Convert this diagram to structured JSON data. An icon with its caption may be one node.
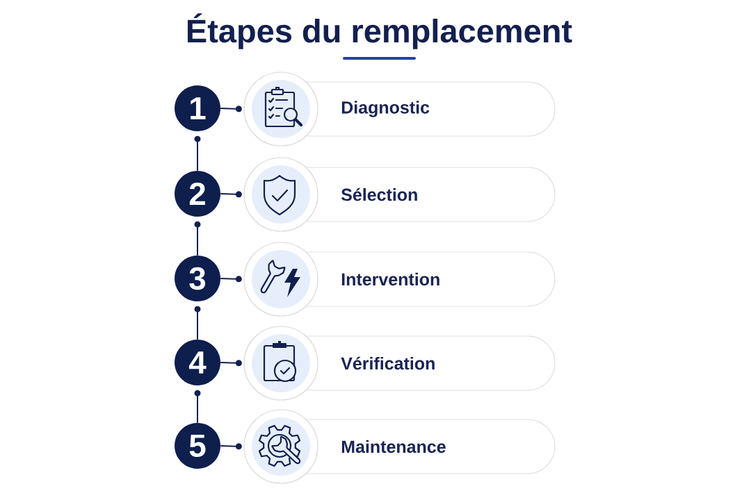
{
  "diagram": {
    "title": "Étapes du remplacement",
    "nodes": [
      {
        "text": [
          "1"
        ]
      },
      {
        "text": [],
        "shape": "circle"
      },
      {
        "text": [
          "Diagnostic"
        ]
      },
      {
        "text": [
          "2"
        ]
      },
      {
        "text": [],
        "shape": "circle"
      },
      {
        "text": [
          "Sélection"
        ]
      },
      {
        "text": [
          "3"
        ]
      },
      {
        "text": [],
        "shape": "circle"
      },
      {
        "text": [
          "Intervention"
        ]
      },
      {
        "text": [
          "4"
        ]
      },
      {
        "text": [],
        "shape": "circle"
      },
      {
        "text": [
          "Vérification"
        ]
      },
      {
        "text": [
          "5"
        ]
      },
      {
        "text": [],
        "shape": "circle"
      },
      {
        "text": [
          "Maintenance"
        ]
      }
    ],
    "edges": [
      {
        "from": 0,
        "to": 1,
        "arrow": "to"
      },
      {
        "from": 3,
        "to": 0,
        "arrow": "to"
      },
      {
        "from": 3,
        "to": 4,
        "arrow": "to"
      },
      {
        "from": 6,
        "to": 3,
        "arrow": "to"
      },
      {
        "from": 6,
        "to": 7,
        "arrow": "to"
      },
      {
        "from": 9,
        "to": 6,
        "arrow": "to"
      },
      {
        "from": 9,
        "to": 10,
        "arrow": "to"
      },
      {
        "from": 12,
        "to": 9,
        "arrow": "to"
      },
      {
        "from": 12,
        "to": 13,
        "arrow": "to"
      }
    ]
  }
}
